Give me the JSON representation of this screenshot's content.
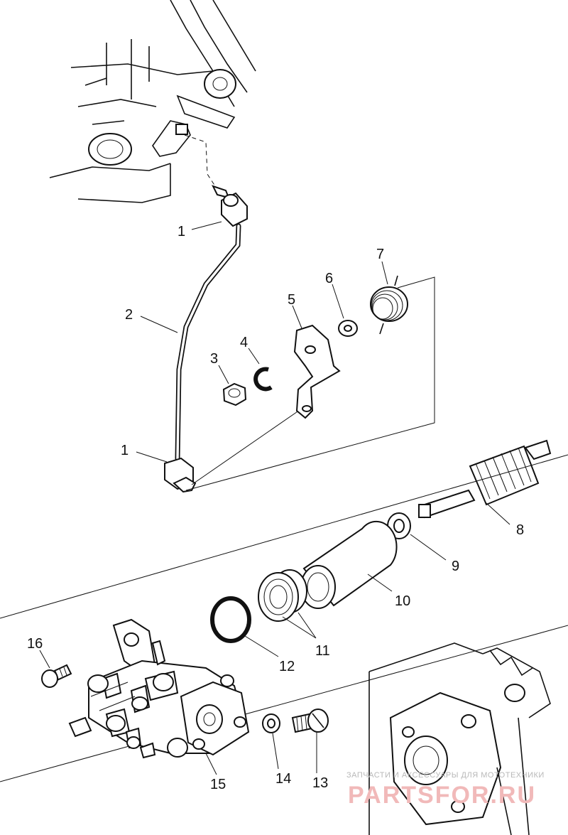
{
  "labels": {
    "l1a": "1",
    "l1b": "1",
    "l2": "2",
    "l3": "3",
    "l4": "4",
    "l5": "5",
    "l6": "6",
    "l7": "7",
    "l8": "8",
    "l9": "9",
    "l10": "10",
    "l11": "11",
    "l12": "12",
    "l13": "13",
    "l14": "14",
    "l15": "15",
    "l16": "16"
  },
  "watermark": {
    "tagline": "ЗАПЧАСТИ И АКСЕССУАРЫ ДЛЯ МОТОТЕХНИКИ",
    "brand": "PARTSFOR.RU"
  }
}
